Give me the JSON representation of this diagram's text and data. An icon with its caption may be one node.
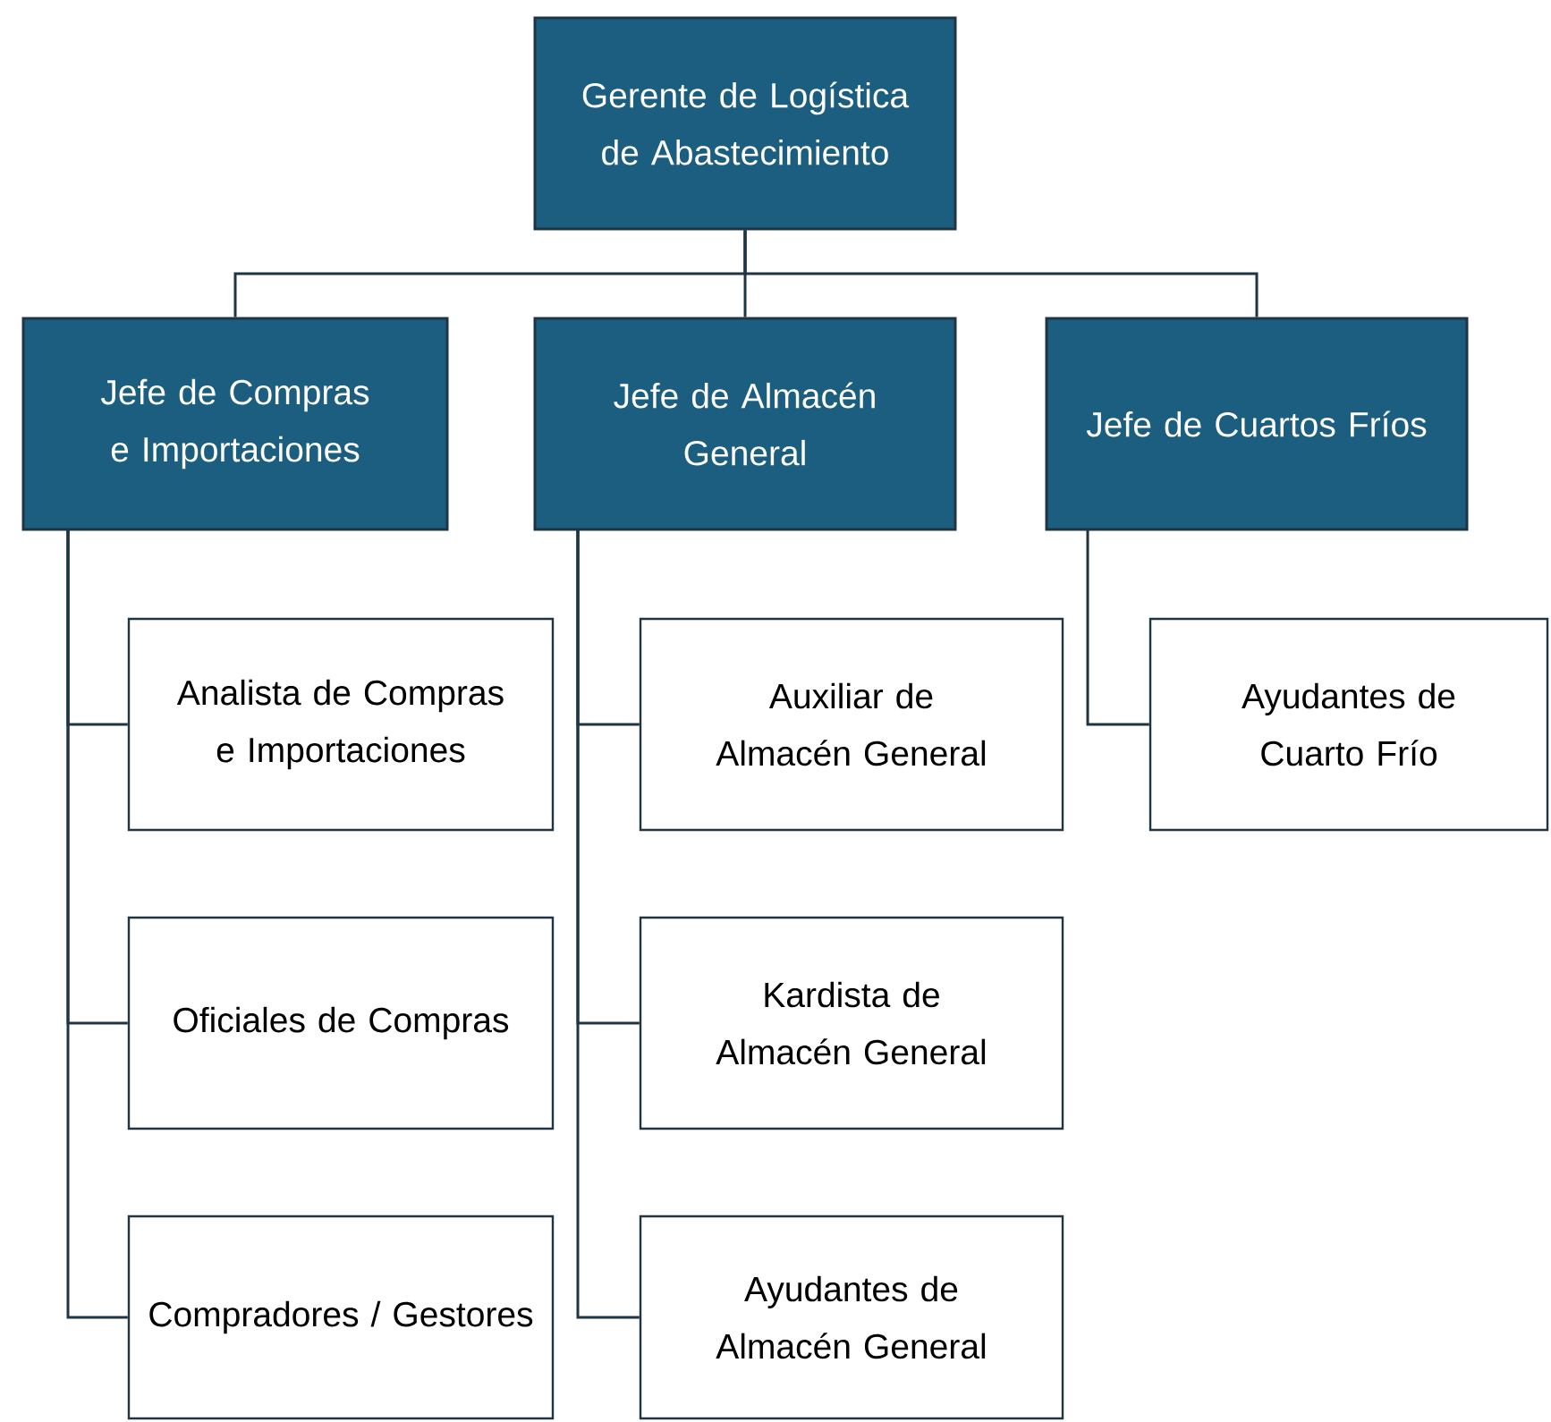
{
  "diagram": {
    "nodes": [
      {
        "text": [
          "Gerente de Logística de Abastecimiento"
        ]
      },
      {
        "text": [
          "Jefe de Compras e Importaciones"
        ]
      },
      {
        "text": [
          "Jefe de Almacén General"
        ]
      },
      {
        "text": [
          "Jefe de Cuartos Fríos"
        ]
      },
      {
        "text": [
          "Analista de Compras e Importaciones"
        ]
      },
      {
        "text": [
          "Oficiales de Compras"
        ]
      },
      {
        "text": [
          "Compradores / Gestores"
        ]
      },
      {
        "text": [
          "Auxiliar de Almacén General"
        ]
      },
      {
        "text": [
          "Kardista de Almacén General"
        ]
      },
      {
        "text": [
          "Ayudantes de Almacén General"
        ]
      },
      {
        "text": [
          "Ayudantes de Cuarto Frío"
        ]
      }
    ],
    "edges": [
      {
        "from": 0,
        "to": 1,
        "arrow": "none"
      },
      {
        "from": 0,
        "to": 2,
        "arrow": "none"
      },
      {
        "from": 0,
        "to": 3,
        "arrow": "none"
      },
      {
        "from": 1,
        "to": 4,
        "arrow": "none"
      },
      {
        "from": 1,
        "to": 5,
        "arrow": "none"
      },
      {
        "from": 1,
        "to": 6,
        "arrow": "none"
      },
      {
        "from": 2,
        "to": 7,
        "arrow": "none"
      },
      {
        "from": 2,
        "to": 8,
        "arrow": "none"
      },
      {
        "from": 2,
        "to": 9,
        "arrow": "none"
      },
      {
        "from": 3,
        "to": 10,
        "arrow": "none"
      }
    ]
  }
}
